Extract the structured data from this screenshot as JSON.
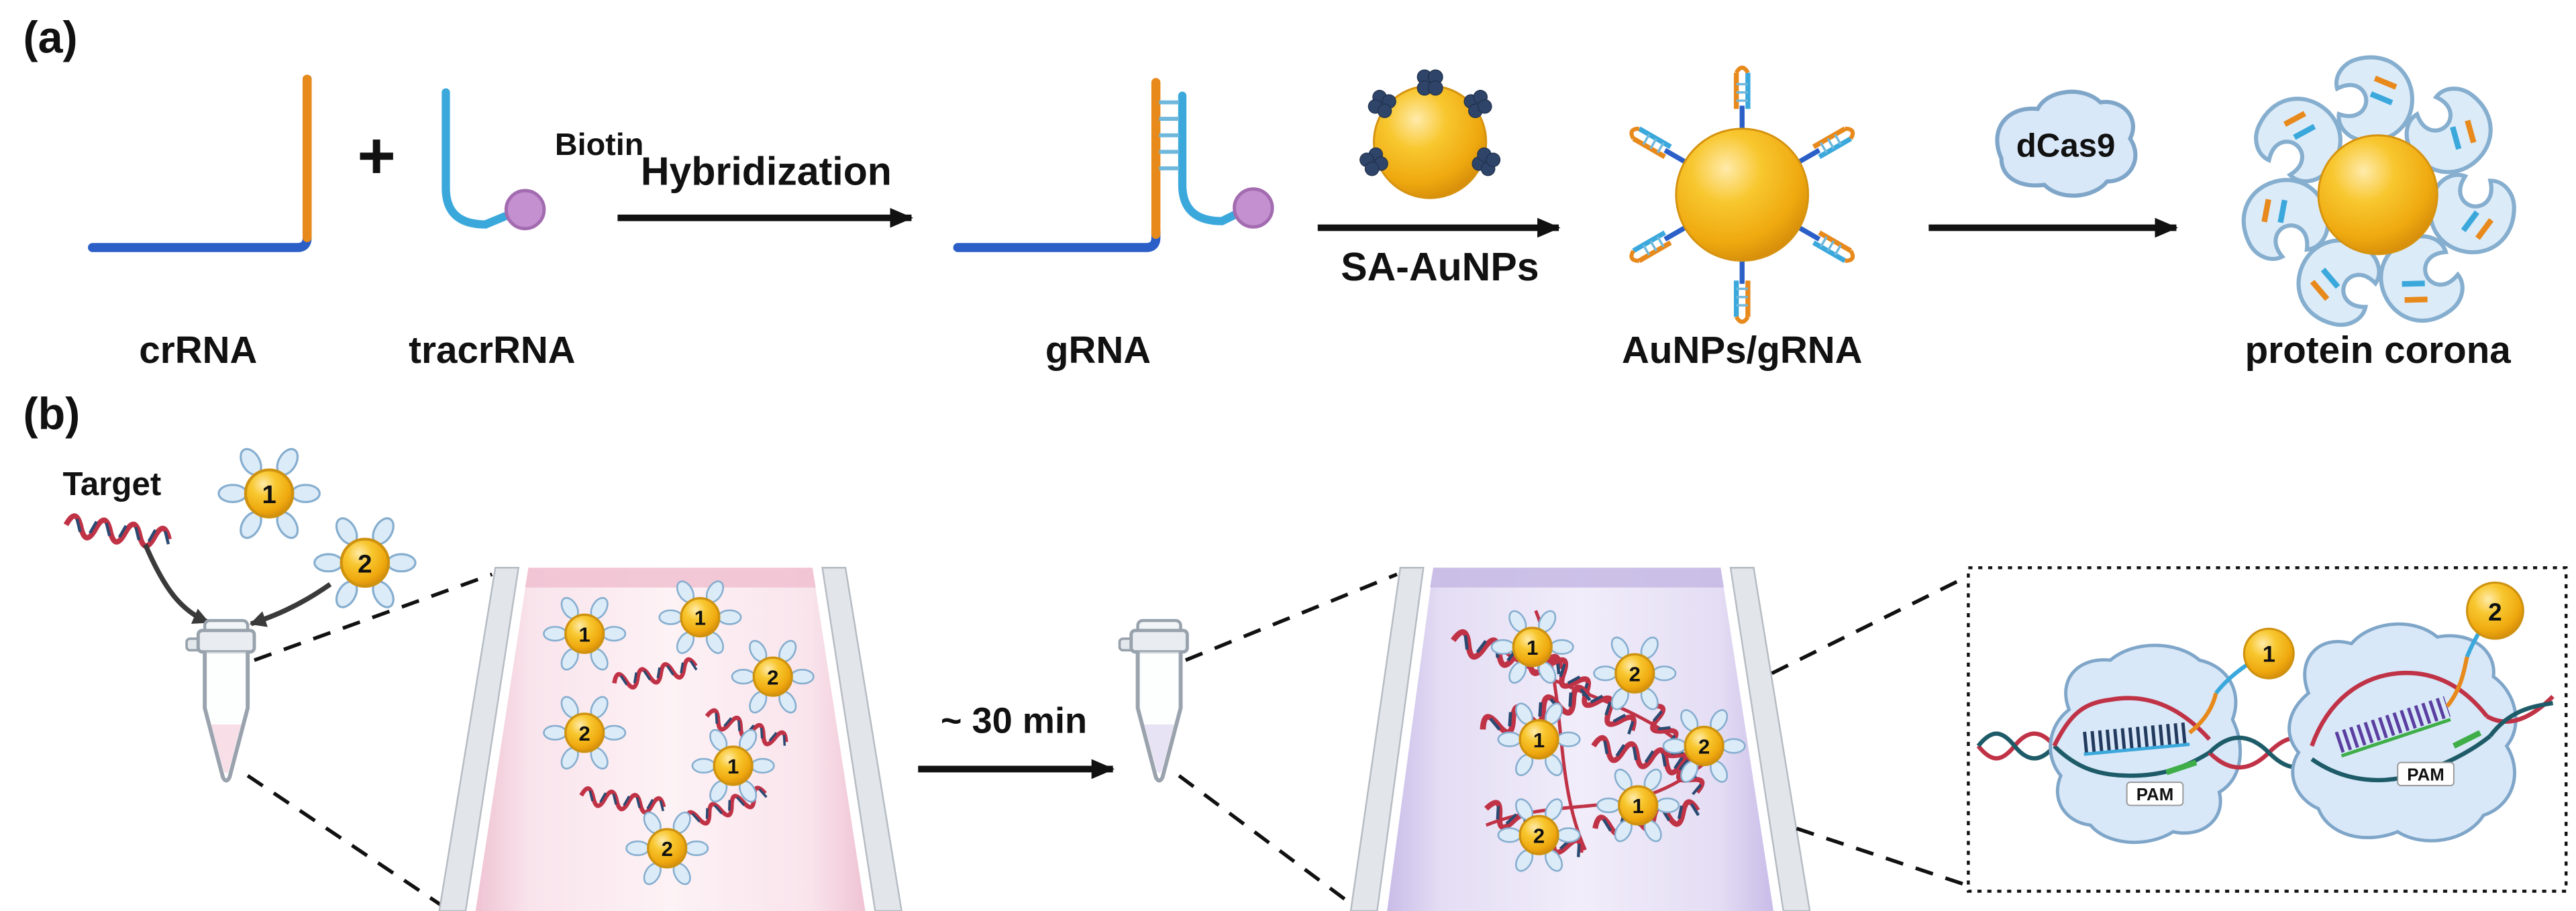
{
  "panel_a": {
    "label": "(a)",
    "crRNA": "crRNA",
    "plus": "+",
    "tracrRNA": "tracrRNA",
    "biotin": "Biotin",
    "hybridization": "Hybridization",
    "gRNA": "gRNA",
    "sa_aunps": "SA-AuNPs",
    "aunps_grna": "AuNPs/gRNA",
    "dcas9": "dCas9",
    "protein_corona": "protein corona"
  },
  "panel_b": {
    "label": "(b)",
    "target": "Target",
    "time": "~ 30 min",
    "pam": "PAM",
    "probe1": "1",
    "probe2": "2"
  },
  "colors": {
    "gold": "#F0B11A",
    "orange_strand": "#E8891C",
    "blue_strand": "#2B5FC7",
    "cyan_strand": "#3BA8DC",
    "biotin_purple": "#C490CF",
    "protein_blue": "#D8E8F8",
    "pink_solution": "#F2AFC4",
    "purple_solution": "#C9BCE6",
    "dna_red": "#C03246",
    "dna_teal": "#1E5B68",
    "streptavidin_navy": "#2E4468"
  }
}
